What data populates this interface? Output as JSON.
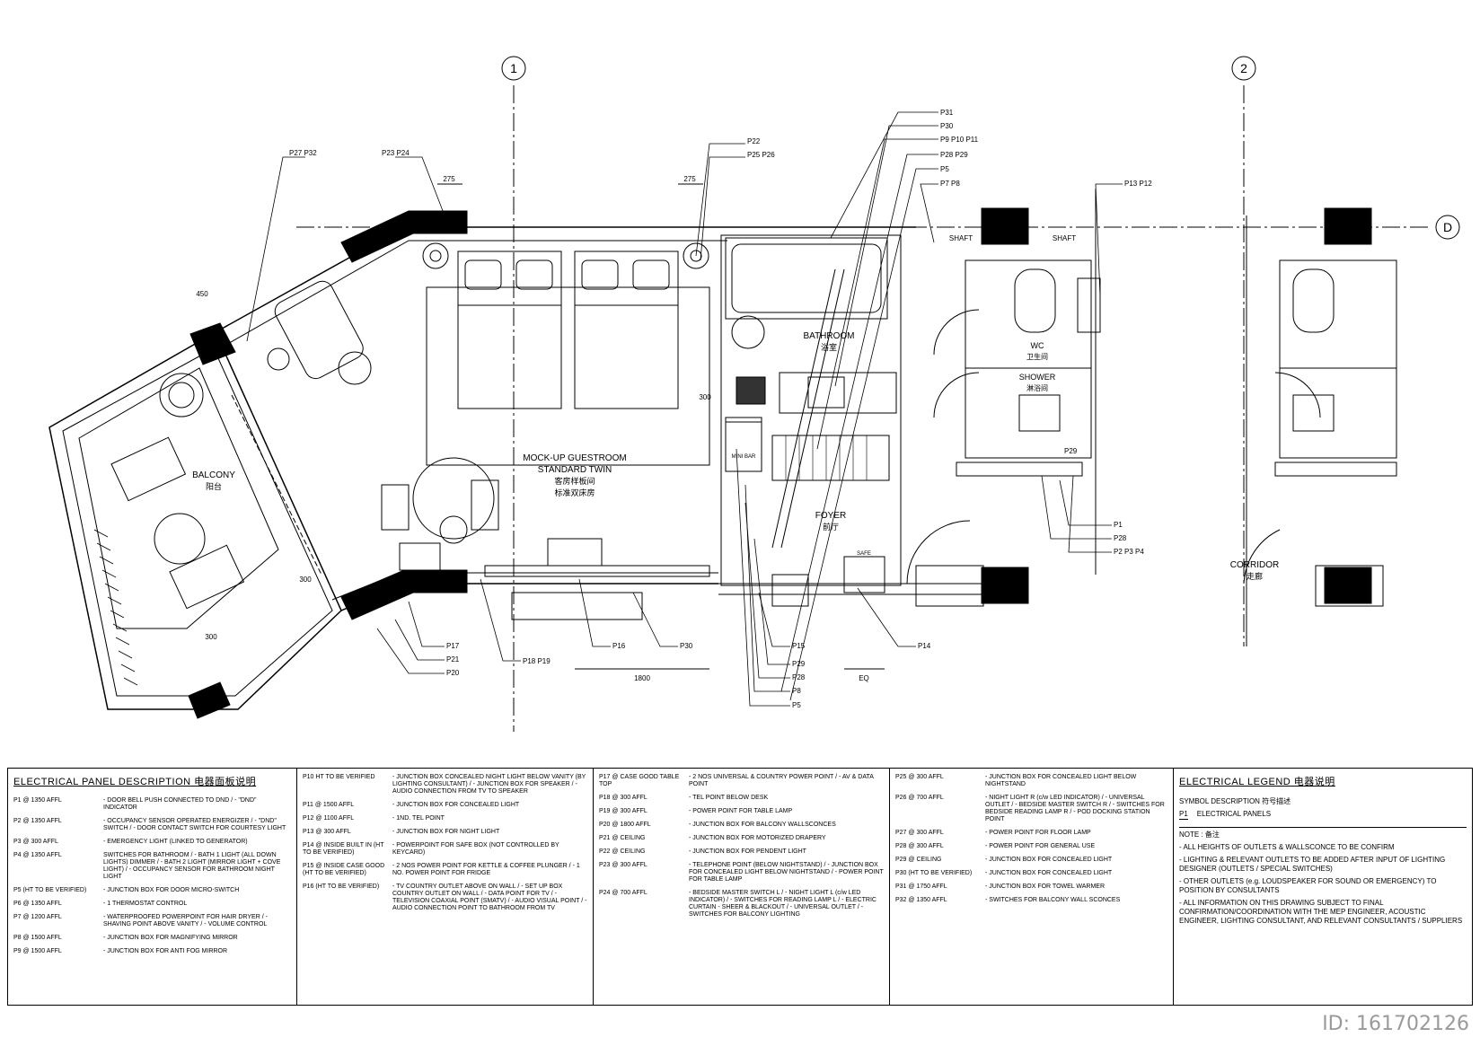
{
  "grid": {
    "top": [
      "1",
      "2"
    ],
    "side": "D"
  },
  "rooms": {
    "balcony": {
      "en": "BALCONY",
      "cn": "阳台"
    },
    "guestroom": {
      "l1": "MOCK-UP GUESTROOM",
      "l2": "STANDARD TWIN",
      "cn1": "客房样板间",
      "cn2": "标准双床房"
    },
    "bathroom": {
      "en": "BATHROOM",
      "cn": "浴室"
    },
    "wc": {
      "en": "WC",
      "cn": "卫生间"
    },
    "shower": {
      "en": "SHOWER",
      "cn": "淋浴间"
    },
    "foyer": {
      "en": "FOYER",
      "cn": "前厅"
    },
    "corridor": {
      "en": "CORRIDOR",
      "cn": "走廊"
    },
    "shaft1": "SHAFT",
    "shaft2": "SHAFT",
    "minibar": "MINI BAR",
    "safe": "SAFE"
  },
  "dims": {
    "d275a": "275",
    "d275b": "275",
    "d450": "450",
    "d300a": "300",
    "d300b": "300",
    "d300c": "300",
    "d1800": "1800",
    "eq": "EQ"
  },
  "callouts": {
    "c1": "P27 P32",
    "c2": "P23 P24",
    "c3": "P22",
    "c4": "P25 P26",
    "c5": "P31",
    "c6": "P30",
    "c7": "P9 P10 P11",
    "c8": "P28 P29",
    "c9": "P5",
    "c10": "P7 P8",
    "c11": "P13 P12",
    "c12": "P17",
    "c13": "P21",
    "c14": "P20",
    "c15": "P18 P19",
    "c16": "P16",
    "c17": "P30",
    "c18": "P15",
    "c19": "P29",
    "c20": "P28",
    "c21": "P8",
    "c22": "P5",
    "c23": "P14",
    "c24": "P1",
    "c25": "P28",
    "c26": "P2 P3 P4",
    "c27": "P29"
  },
  "panel": {
    "heading": "ELECTRICAL  PANEL  DESCRIPTION  电器面板说明",
    "col1": [
      {
        "code": "P1 @ 1350 AFFL",
        "desc": "- DOOR BELL PUSH CONNECTED TO DND / - \"DND\" INDICATOR"
      },
      {
        "code": "P2 @ 1350 AFFL",
        "desc": "- OCCUPANCY SENSOR OPERATED ENERGIZER / - \"DND\" SWITCH / - DOOR CONTACT SWITCH FOR COURTESY LIGHT"
      },
      {
        "code": "P3 @ 300 AFFL",
        "desc": "- EMERGENCY LIGHT (LINKED TO GENERATOR)"
      },
      {
        "code": "P4 @ 1350 AFFL",
        "desc": "SWITCHES FOR BATHROOM / - BATH 1 LIGHT (ALL DOWN LIGHTS) DIMMER / - BATH 2 LIGHT (MIRROR LIGHT + COVE LIGHT) / - OCCUPANCY SENSOR FOR BATHROOM NIGHT LIGHT"
      },
      {
        "code": "P5 (HT TO BE VERIFIED)",
        "desc": "- JUNCTION BOX FOR DOOR MICRO-SWITCH"
      },
      {
        "code": "P6 @ 1350 AFFL",
        "desc": "- 1 THERMOSTAT CONTROL"
      },
      {
        "code": "P7 @ 1200 AFFL",
        "desc": "- WATERPROOFED POWERPOINT FOR HAIR DRYER / - SHAVING POINT ABOVE VANITY / - VOLUME CONTROL"
      },
      {
        "code": "P8 @ 1500 AFFL",
        "desc": "- JUNCTION BOX FOR MAGNIFYING MIRROR"
      },
      {
        "code": "P9 @ 1500 AFFL",
        "desc": "- JUNCTION BOX FOR ANTI FOG MIRROR"
      }
    ],
    "col2": [
      {
        "code": "P10 HT TO BE VERIFIED",
        "desc": "- JUNCTION BOX CONCEALED NIGHT LIGHT BELOW VANITY (BY LIGHTING CONSULTANT) / - JUNCTION BOX FOR SPEAKER / - AUDIO CONNECTION FROM TV TO SPEAKER"
      },
      {
        "code": "P11 @ 1500 AFFL",
        "desc": "- JUNCTION BOX FOR CONCEALED LIGHT"
      },
      {
        "code": "P12 @ 1100 AFFL",
        "desc": "- 1ND. TEL POINT"
      },
      {
        "code": "P13 @ 300 AFFL",
        "desc": "- JUNCTION BOX FOR NIGHT LIGHT"
      },
      {
        "code": "P14 @ INSIDE BUILT IN (HT TO BE VERIFIED)",
        "desc": "- POWERPOINT FOR SAFE BOX (NOT CONTROLLED BY KEYCARD)"
      },
      {
        "code": "P15 @ INSIDE CASE GOOD (HT TO BE VERIFIED)",
        "desc": "- 2 NOS POWER POINT FOR KETTLE & COFFEE PLUNGER / - 1 NO. POWER POINT FOR FRIDGE"
      },
      {
        "code": "P16 (HT TO BE VERIFIED)",
        "desc": "- TV COUNTRY OUTLET ABOVE ON WALL / - SET UP BOX COUNTRY OUTLET ON WALL / - DATA POINT FOR TV / - TELEVISION COAXIAL POINT (SMATV) / - AUDIO VISUAL POINT / - AUDIO CONNECTION POINT TO BATHROOM FROM TV"
      }
    ],
    "col3": [
      {
        "code": "P17 @ CASE GOOD TABLE TOP",
        "desc": "- 2 NOS UNIVERSAL & COUNTRY POWER POINT / - AV & DATA POINT"
      },
      {
        "code": "P18 @ 300 AFFL",
        "desc": "- TEL POINT BELOW DESK"
      },
      {
        "code": "P19 @ 300 AFFL",
        "desc": "- POWER POINT FOR TABLE LAMP"
      },
      {
        "code": "P20 @ 1800 AFFL",
        "desc": "- JUNCTION BOX FOR BALCONY WALLSCONCES"
      },
      {
        "code": "P21 @ CEILING",
        "desc": "- JUNCTION BOX FOR MOTORIZED DRAPERY"
      },
      {
        "code": "P22 @ CEILING",
        "desc": "- JUNCTION BOX FOR PENDENT LIGHT"
      },
      {
        "code": "P23 @ 300 AFFL",
        "desc": "- TELEPHONE POINT (BELOW NIGHTSTAND) / - JUNCTION BOX FOR CONCEALED LIGHT BELOW NIGHTSTAND / - POWER POINT FOR TABLE LAMP"
      },
      {
        "code": "P24 @ 700 AFFL",
        "desc": "- BEDSIDE MASTER SWITCH L / - NIGHT LIGHT L (c/w LED INDICATOR) / - SWITCHES FOR READING LAMP L / - ELECTRIC CURTAIN - SHEER & BLACKOUT / - UNIVERSAL OUTLET / - SWITCHES FOR BALCONY LIGHTING"
      }
    ],
    "col4": [
      {
        "code": "P25 @ 300 AFFL",
        "desc": "- JUNCTION BOX FOR CONCEALED LIGHT BELOW NIGHTSTAND"
      },
      {
        "code": "P26 @ 700 AFFL",
        "desc": "- NIGHT LIGHT R (c/w LED INDICATOR) / - UNIVERSAL OUTLET / - BEDSIDE MASTER SWITCH R / - SWITCHES FOR BEDSIDE READING LAMP R / - POD DOCKING STATION POINT"
      },
      {
        "code": "P27 @ 300 AFFL",
        "desc": "- POWER POINT FOR FLOOR LAMP"
      },
      {
        "code": "P28 @ 300 AFFL",
        "desc": "- POWER POINT FOR GENERAL USE"
      },
      {
        "code": "P29 @ CEILING",
        "desc": "- JUNCTION BOX FOR CONCEALED LIGHT"
      },
      {
        "code": "P30 (HT TO BE VERIFIED)",
        "desc": "- JUNCTION BOX FOR CONCEALED LIGHT"
      },
      {
        "code": "P31 @ 1750 AFFL",
        "desc": "- JUNCTION BOX FOR TOWEL WARMER"
      },
      {
        "code": "P32 @ 1350 AFFL",
        "desc": "- SWITCHES FOR BALCONY WALL SCONCES"
      }
    ]
  },
  "legend": {
    "heading": "ELECTRICAL  LEGEND  电器说明",
    "symbol_heading": "SYMBOL  DESCRIPTION  符号描述",
    "symbol_code": "P1",
    "symbol_desc": "ELECTRICAL PANELS",
    "note_heading": "NOTE : 备注",
    "notes": [
      "- ALL HEIGHTS OF OUTLETS & WALLSCONCE TO BE CONFIRM",
      "- LIGHTING & RELEVANT OUTLETS TO BE ADDED AFTER INPUT OF LIGHTING DESIGNER (OUTLETS / SPECIAL SWITCHES)",
      "- OTHER OUTLETS (e.g. LOUDSPEAKER FOR SOUND OR EMERGENCY) TO POSITION BY CONSULTANTS",
      "- ALL INFORMATION ON THIS DRAWING SUBJECT TO FINAL CONFIRMATION/COORDINATION WITH THE MEP ENGINEER, ACOUSTIC ENGINEER, LIGHTING CONSULTANT, AND RELEVANT CONSULTANTS / SUPPLIERS"
    ]
  },
  "watermark": "ID: 161702126"
}
